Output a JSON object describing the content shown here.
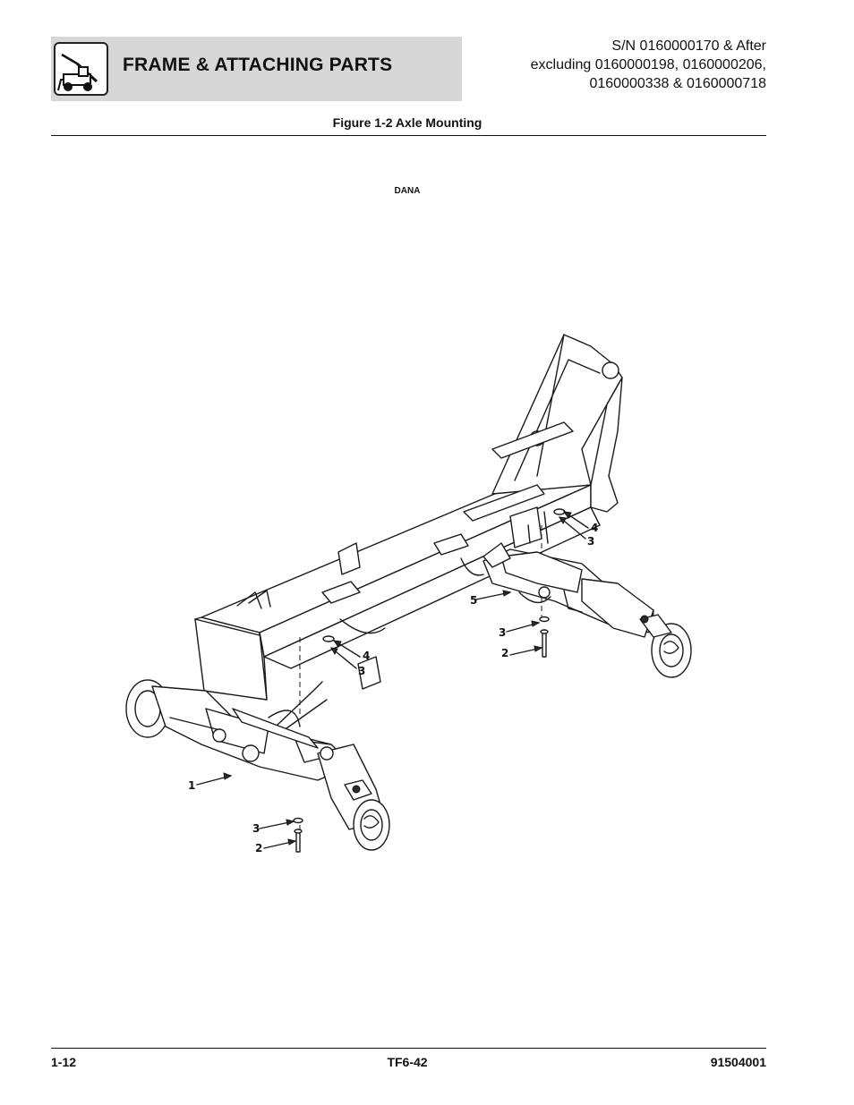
{
  "header": {
    "section_title": "FRAME & ATTACHING PARTS",
    "logo_icon": "telehandler-icon",
    "serial_lines": [
      "S/N 0160000170 & After",
      "excluding 0160000198, 0160000206,",
      "0160000338 & 0160000718"
    ]
  },
  "figure": {
    "title": "Figure 1-2 Axle Mounting",
    "variant_label": "DANA",
    "callouts": [
      "1",
      "2",
      "3",
      "2",
      "3",
      "4",
      "3",
      "4",
      "5",
      "3"
    ]
  },
  "footer": {
    "page_number": "1-12",
    "model": "TF6-42",
    "manual_number": "91504001"
  }
}
